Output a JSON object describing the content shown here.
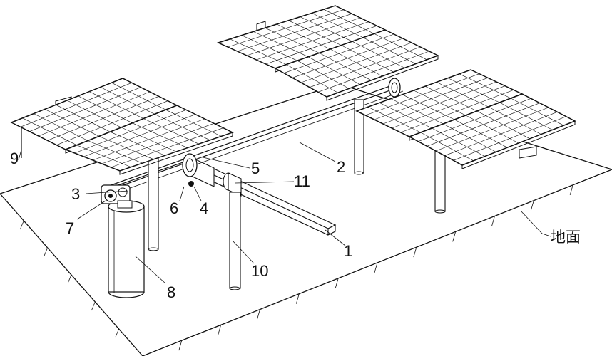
{
  "labels": {
    "l1": "1",
    "l2": "2",
    "l3": "3",
    "l4": "4",
    "l5": "5",
    "l6": "6",
    "l7": "7",
    "l8": "8",
    "l9": "9",
    "l10": "10",
    "l11": "11",
    "ground": "地面"
  }
}
